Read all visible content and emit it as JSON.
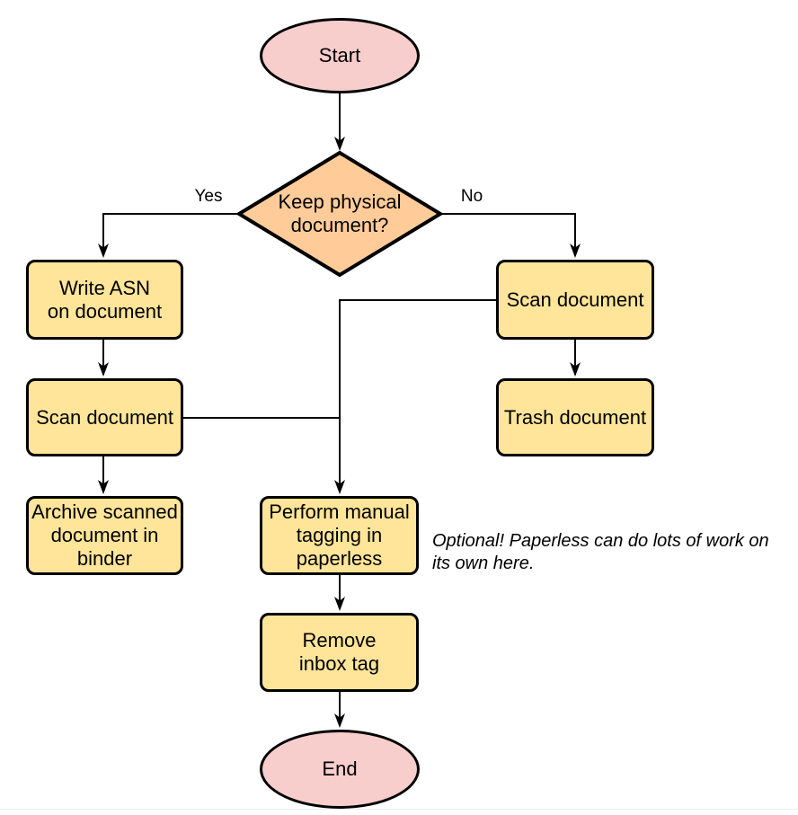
{
  "colors": {
    "terminator_fill": "#F8CECC",
    "decision_fill": "#FFCC99",
    "process_fill": "#FFE599",
    "stroke": "#000000"
  },
  "nodes": {
    "start": {
      "shape": "terminator",
      "label": "Start"
    },
    "decision": {
      "shape": "decision",
      "label": "Keep physical\ndocument?"
    },
    "write_asn": {
      "shape": "process",
      "label": "Write ASN\non document"
    },
    "scan_left": {
      "shape": "process",
      "label": "Scan document"
    },
    "archive": {
      "shape": "process",
      "label": "Archive scanned\ndocument in\nbinder"
    },
    "scan_right": {
      "shape": "process",
      "label": "Scan document"
    },
    "trash": {
      "shape": "process",
      "label": "Trash document"
    },
    "tagging": {
      "shape": "process",
      "label": "Perform manual\ntagging in\npaperless"
    },
    "remove_inbox": {
      "shape": "process",
      "label": "Remove\ninbox tag"
    },
    "end": {
      "shape": "terminator",
      "label": "End"
    }
  },
  "edge_labels": {
    "yes": "Yes",
    "no": "No"
  },
  "note": {
    "text": "Optional! Paperless can do lots of work on\nits own here."
  }
}
